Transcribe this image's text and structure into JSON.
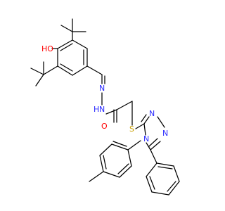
{
  "molecule": {
    "colors": {
      "bond": "#000000",
      "carbon": "#000000",
      "nitrogen": "#2b2bff",
      "oxygen": "#ff0000",
      "sulfur": "#c9a000",
      "background": "#ffffff"
    },
    "atom_labels": {
      "hydroxyl": "HO",
      "imine_n": "N",
      "hydrazide_nh": "N",
      "hydrazide_h": "H",
      "carbonyl_o": "O",
      "thioether_s": "S",
      "triazole_n1": "N",
      "triazole_n2": "N",
      "triazole_n4": "N"
    }
  }
}
